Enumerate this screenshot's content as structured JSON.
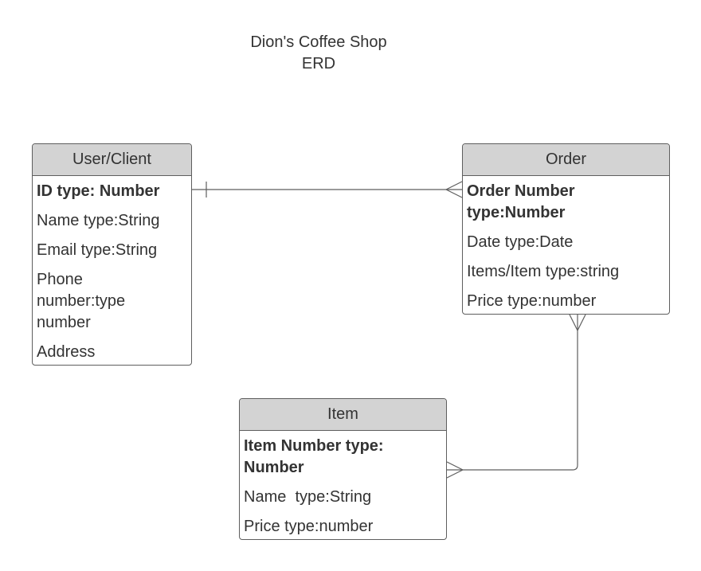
{
  "diagram": {
    "title_line1": "Dion's Coffee Shop",
    "title_line2": "ERD",
    "line_color": "#5e5e5e",
    "header_color": "#d3d3d3",
    "entities": {
      "user": {
        "name": "User/Client",
        "attributes": [
          {
            "text": "ID type: Number",
            "key": true
          },
          {
            "text": "Name type:String",
            "key": false
          },
          {
            "text": "Email type:String",
            "key": false
          },
          {
            "text": "Phone number:type number",
            "key": false
          },
          {
            "text": "Address",
            "key": false
          }
        ]
      },
      "order": {
        "name": "Order",
        "attributes": [
          {
            "text": "Order Number type:Number",
            "key": true
          },
          {
            "text": "Date type:Date",
            "key": false
          },
          {
            "text": "Items/Item type:string",
            "key": false
          },
          {
            "text": "Price type:number",
            "key": false
          }
        ]
      },
      "item": {
        "name": "Item",
        "attributes": [
          {
            "text": "Item Number type: Number",
            "key": true
          },
          {
            "text": "Name  type:String",
            "key": false
          },
          {
            "text": "Price type:number",
            "key": false
          }
        ]
      }
    },
    "relationships": [
      {
        "from": "User/Client",
        "to": "Order",
        "from_cardinality": "one",
        "to_cardinality": "many"
      },
      {
        "from": "Order",
        "to": "Item",
        "from_cardinality": "many",
        "to_cardinality": "many"
      }
    ]
  }
}
